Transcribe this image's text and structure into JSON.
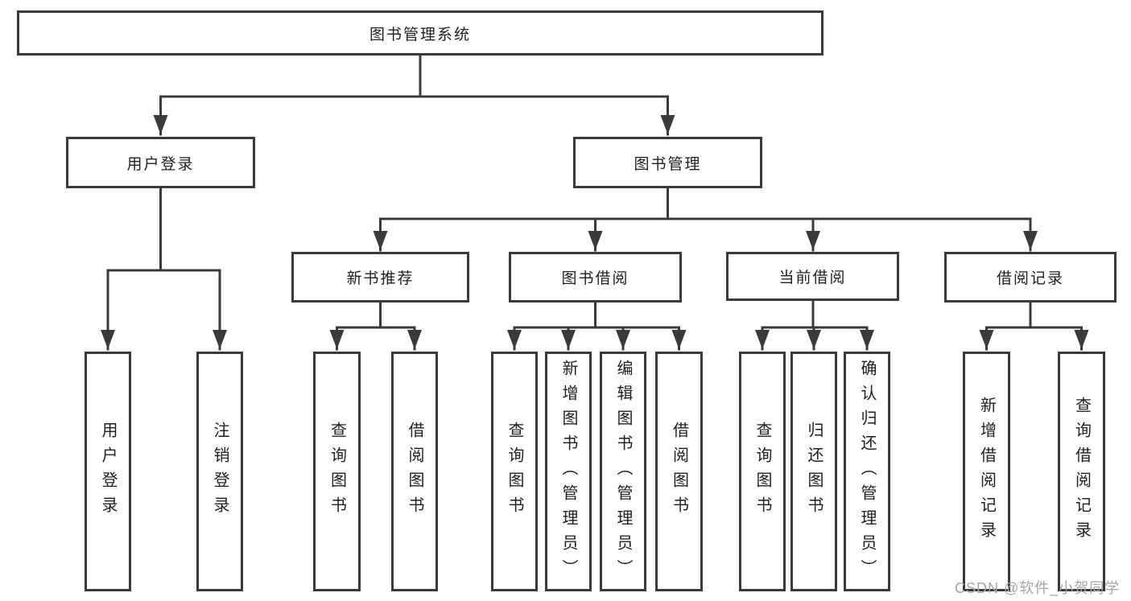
{
  "diagram": {
    "root": {
      "label": "图书管理系统"
    },
    "level1": {
      "user_login": "用户登录",
      "book_management": "图书管理"
    },
    "level2": {
      "new_books": "新书推荐",
      "book_borrow": "图书借阅",
      "current_borrow": "当前借阅",
      "borrow_records": "借阅记录"
    },
    "children": {
      "user_login": [
        "用户登录",
        "注销登录"
      ],
      "new_books": [
        "查询图书",
        "借阅图书"
      ],
      "book_borrow": [
        "查询图书",
        "新增图书（管理员）",
        "编辑图书（管理员）",
        "借阅图书"
      ],
      "current_borrow": [
        "查询图书",
        "归还图书",
        "确认归还（管理员）"
      ],
      "borrow_records": [
        "新增借阅记录",
        "查询借阅记录"
      ]
    }
  },
  "watermark": "CSDN @软件_小贺同学",
  "colors": {
    "line": "#3a3a3a",
    "text": "#1f1f1f",
    "watermark": "#a5a5a5",
    "background": "#ffffff"
  }
}
